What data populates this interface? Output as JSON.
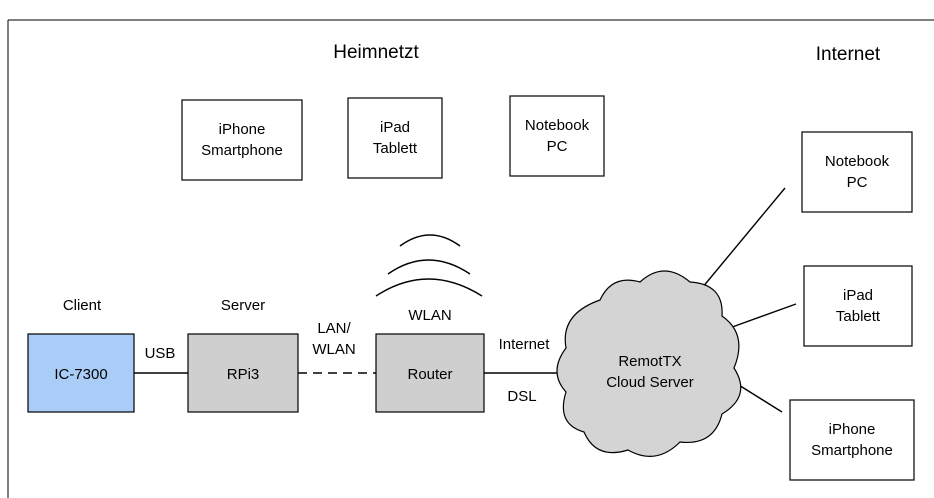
{
  "sections": {
    "home": "Heimnetzt",
    "internet": "Internet"
  },
  "home_devices": [
    {
      "lines": [
        "iPhone",
        "Smartphone"
      ]
    },
    {
      "lines": [
        "iPad",
        "Tablett"
      ]
    },
    {
      "lines": [
        "Notebook",
        "PC"
      ]
    }
  ],
  "chain": {
    "client_label": "Client",
    "client_box": "IC-7300",
    "usb": "USB",
    "server_label": "Server",
    "server_box": "RPi3",
    "lan_wlan": [
      "LAN/",
      "WLAN"
    ],
    "wlan": "WLAN",
    "router": "Router",
    "internet_link": "Internet",
    "dsl": "DSL",
    "cloud": [
      "RemotTX",
      "Cloud Server"
    ]
  },
  "remote_devices": [
    {
      "lines": [
        "Notebook",
        "PC"
      ]
    },
    {
      "lines": [
        "iPad",
        "Tablett"
      ]
    },
    {
      "lines": [
        "iPhone",
        "Smartphone"
      ]
    }
  ],
  "colors": {
    "client_fill": "#a9cdf7",
    "gray_fill": "#cfcfcf",
    "cloud_fill": "#d4d4d4"
  }
}
